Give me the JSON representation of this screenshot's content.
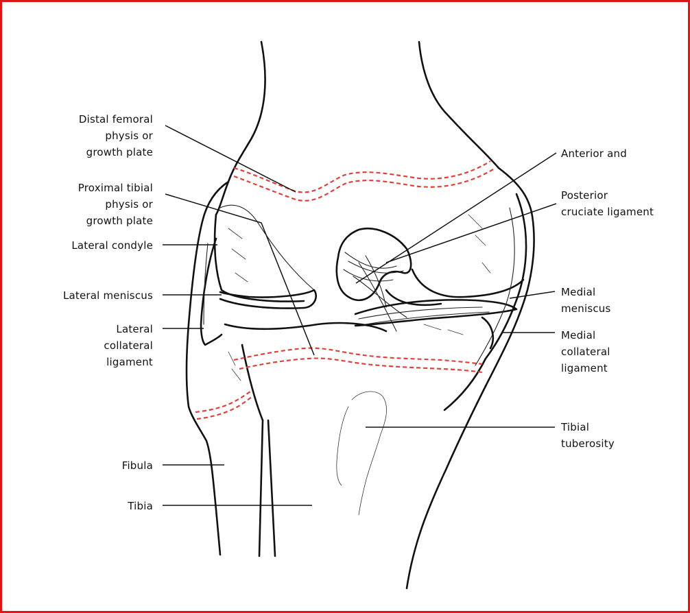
{
  "colors": {
    "frame": "#e01515",
    "growth_plate": "#e0403a",
    "ink": "#111111"
  },
  "labels": {
    "distal_femoral": [
      "Distal femoral",
      "physis or",
      "growth plate"
    ],
    "proximal_tibial": [
      "Proximal tibial",
      "physis or",
      "growth plate"
    ],
    "lateral_condyle": "Lateral condyle",
    "lateral_meniscus": "Lateral meniscus",
    "lateral_collateral": [
      "Lateral",
      "collateral",
      "ligament"
    ],
    "fibula": "Fibula",
    "tibia": "Tibia",
    "anterior_and": "Anterior and",
    "posterior_cruciate": [
      "Posterior",
      "cruciate ligament"
    ],
    "medial_meniscus": [
      "Medial",
      "meniscus"
    ],
    "medial_collateral": [
      "Medial",
      "collateral",
      "ligament"
    ],
    "tibial_tuberosity": [
      "Tibial",
      "tuberosity"
    ]
  }
}
